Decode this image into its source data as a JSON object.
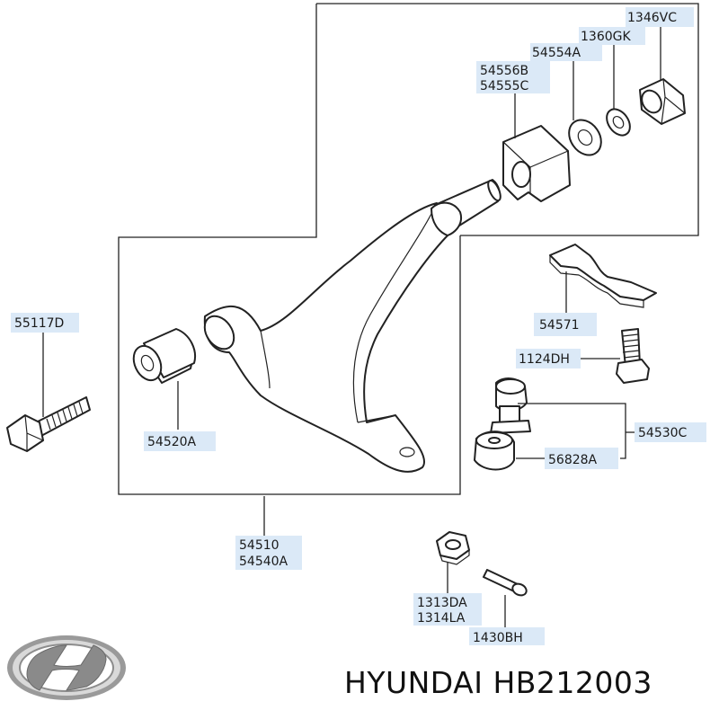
{
  "brand_text": "HYUNDAI HB212003",
  "logo": "hyundai-logo",
  "labels": {
    "nut_1346vc": "1346VC",
    "washer_1360gk": "1360GK",
    "washer_54554a": "54554A",
    "bush_54556b": "54556B",
    "bush_54555c": "54555C",
    "bolt_55117d": "55117D",
    "bracket_54571": "54571",
    "bolt_1124dh": "1124DH",
    "bush_54520a": "54520A",
    "link_54530c": "54530C",
    "bush_56828a": "56828A",
    "arm_54510": "54510",
    "arm_54540a": "54540A",
    "nut_1313da": "1313DA",
    "nut_1314la": "1314LA",
    "pin_1430bh": "1430BH"
  }
}
